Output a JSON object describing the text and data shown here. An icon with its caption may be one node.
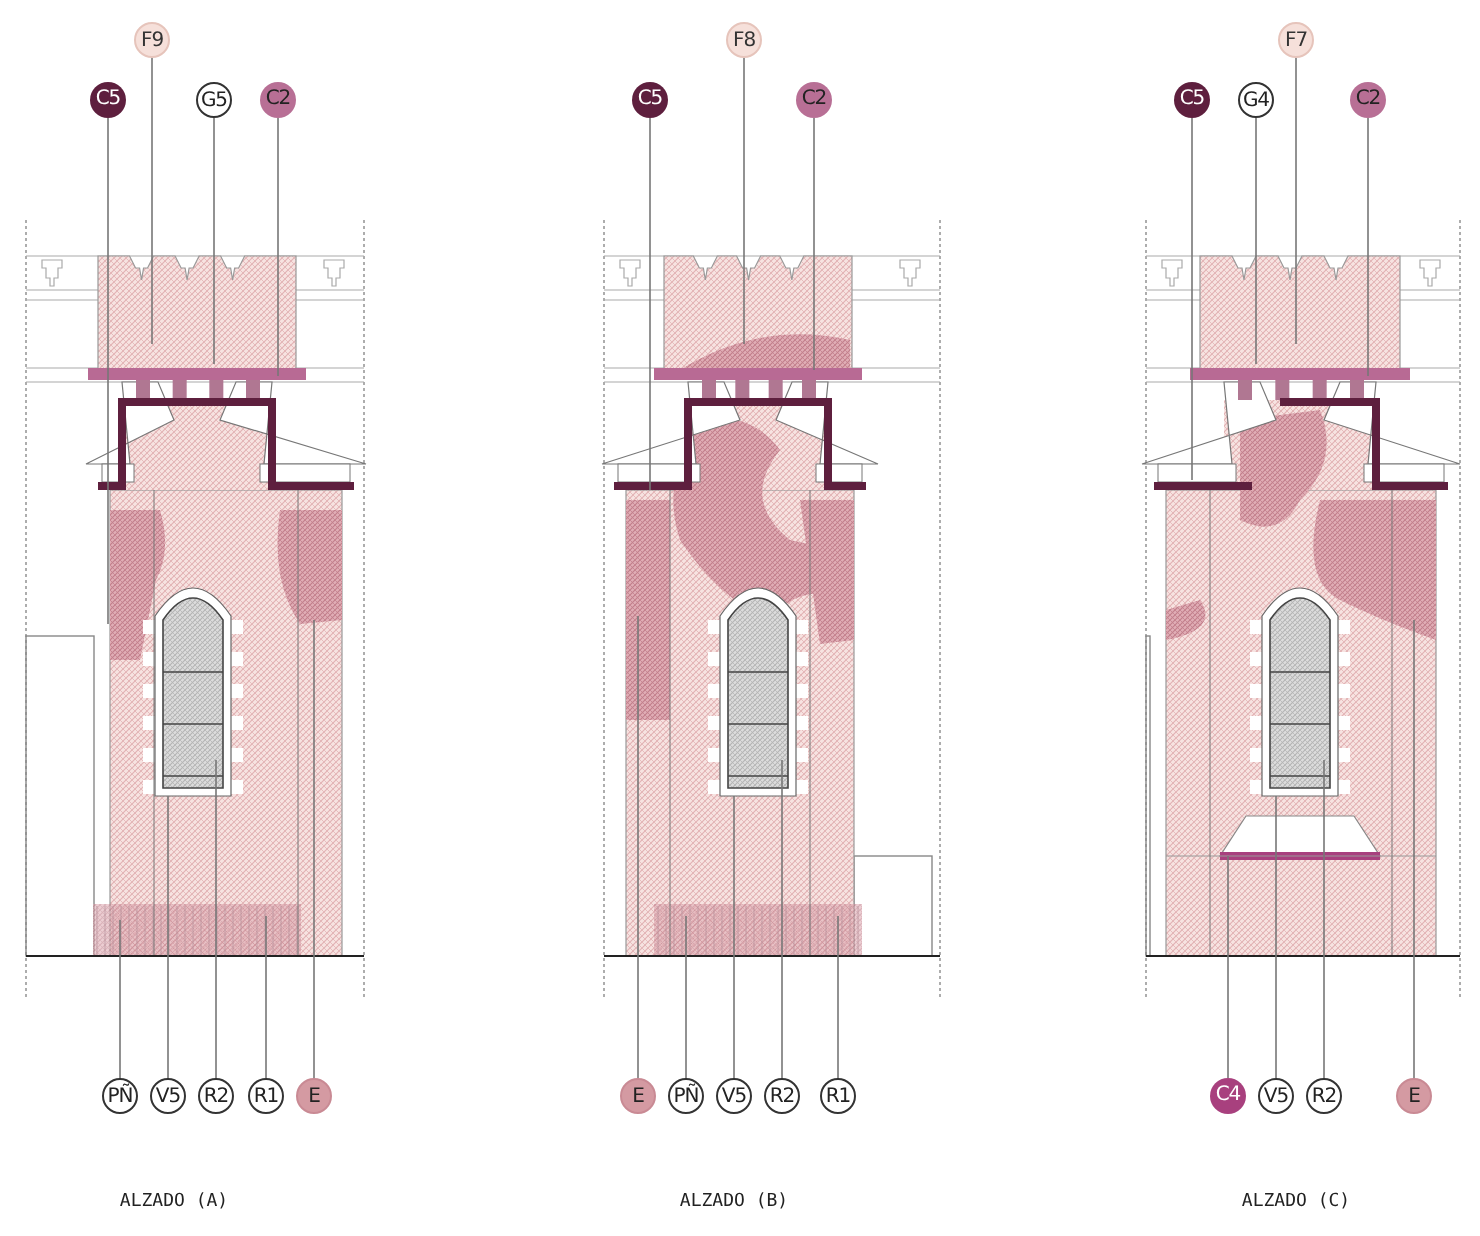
{
  "diagram": {
    "nodes": [
      {
        "text": [
          "F9"
        ]
      },
      {
        "text": [
          "F8"
        ]
      },
      {
        "text": [
          "F7"
        ]
      },
      {
        "text": [
          "C5"
        ]
      },
      {
        "text": [
          "G5"
        ]
      },
      {
        "text": [
          "C2"
        ]
      },
      {
        "text": [
          "C5"
        ]
      },
      {
        "text": [
          "C2"
        ]
      },
      {
        "text": [
          "C5"
        ]
      },
      {
        "text": [
          "G4"
        ]
      },
      {
        "text": [
          "C2"
        ]
      },
      {
        "text": [
          "PÑ"
        ]
      },
      {
        "text": [
          "V5"
        ]
      },
      {
        "text": [
          "R2"
        ]
      },
      {
        "text": [
          "R1"
        ]
      },
      {
        "text": [
          "E"
        ]
      },
      {
        "text": [
          "E"
        ]
      },
      {
        "text": [
          "PÑ"
        ]
      },
      {
        "text": [
          "V5"
        ]
      },
      {
        "text": [
          "R2"
        ]
      },
      {
        "text": [
          "R1"
        ]
      },
      {
        "text": [
          "C4"
        ]
      },
      {
        "text": [
          "V5"
        ]
      },
      {
        "text": [
          "R2"
        ]
      },
      {
        "text": [
          "E"
        ]
      }
    ],
    "edges": [
      {
        "from": 0,
        "to": null,
        "arrow": "none"
      },
      {
        "from": 1,
        "to": null,
        "arrow": "none"
      },
      {
        "from": 2,
        "to": null,
        "arrow": "none"
      },
      {
        "from": 3,
        "to": null,
        "arrow": "none"
      },
      {
        "from": 4,
        "to": null,
        "arrow": "none"
      },
      {
        "from": 5,
        "to": null,
        "arrow": "none"
      },
      {
        "from": 6,
        "to": null,
        "arrow": "none"
      },
      {
        "from": 7,
        "to": null,
        "arrow": "none"
      },
      {
        "from": 8,
        "to": null,
        "arrow": "none"
      },
      {
        "from": 9,
        "to": null,
        "arrow": "none"
      },
      {
        "from": 10,
        "to": null,
        "arrow": "none"
      },
      {
        "from": 11,
        "to": null,
        "arrow": "none"
      },
      {
        "from": 12,
        "to": null,
        "arrow": "none"
      },
      {
        "from": 13,
        "to": null,
        "arrow": "none"
      },
      {
        "from": 14,
        "to": null,
        "arrow": "none"
      },
      {
        "from": 15,
        "to": null,
        "arrow": "none"
      },
      {
        "from": 16,
        "to": null,
        "arrow": "none"
      },
      {
        "from": 17,
        "to": null,
        "arrow": "none"
      },
      {
        "from": 18,
        "to": null,
        "arrow": "none"
      },
      {
        "from": 19,
        "to": null,
        "arrow": "none"
      },
      {
        "from": 20,
        "to": null,
        "arrow": "none"
      },
      {
        "from": 21,
        "to": null,
        "arrow": "none"
      },
      {
        "from": 22,
        "to": null,
        "arrow": "none"
      },
      {
        "from": 23,
        "to": null,
        "arrow": "none"
      },
      {
        "from": 24,
        "to": null,
        "arrow": "none"
      }
    ],
    "labels": [
      "ALZADO (A)",
      "ALZADO (B)",
      "ALZADO (C)"
    ]
  }
}
